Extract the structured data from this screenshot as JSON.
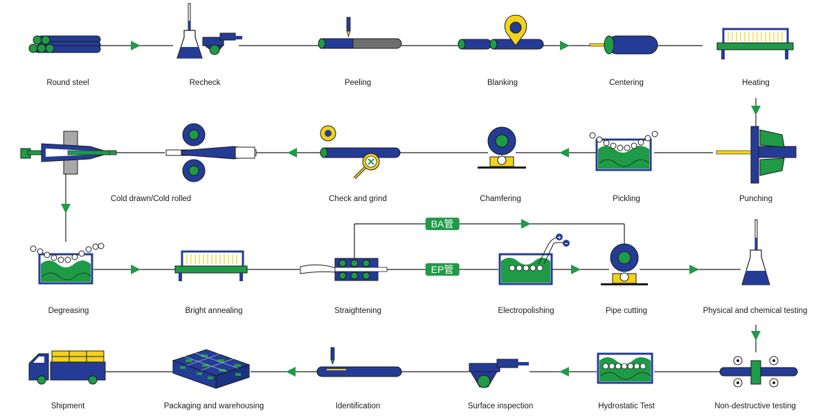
{
  "colors": {
    "blue": "#243c96",
    "green": "#1f9a47",
    "yellow": "#f2d21b",
    "gray": "#6e6e6e",
    "line": "#1a1a1a"
  },
  "steps": {
    "round_steel": "Round steel",
    "recheck": "Recheck",
    "peeling": "Peeling",
    "blanking": "Blanking",
    "centering": "Centering",
    "heating": "Heating",
    "cold_drawn": "Cold drawn/Cold rolled",
    "check_grind": "Check and grind",
    "chamfering": "Chamfering",
    "pickling": "Pickling",
    "punching": "Punching",
    "degreasing": "Degreasing",
    "bright_annealing": "Bright annealing",
    "straightening": "Straightening",
    "electropolishing": "Electropolishing",
    "pipe_cutting": "Pipe cutting",
    "physical_chemical": "Physical and chemical testing",
    "shipment": "Shipment",
    "packaging": "Packaging and warehousing",
    "identification": "Identification",
    "surface_inspection": "Surface inspection",
    "hydrostatic": "Hydrostatic Test",
    "ndt": "Non-destructive testing"
  },
  "branches": {
    "ba": "BA管",
    "ep": "EP管"
  }
}
